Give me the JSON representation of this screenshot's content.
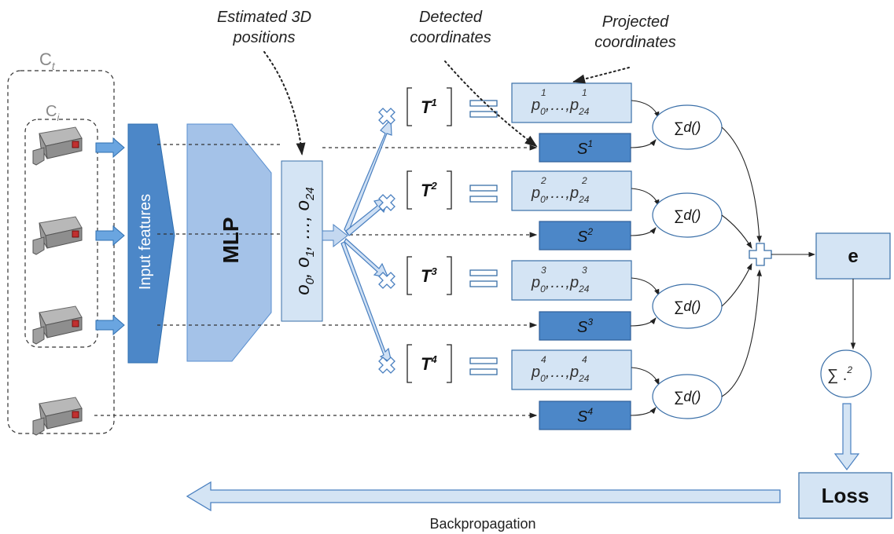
{
  "annotations": {
    "estimated_line1": "Estimated 3D",
    "estimated_line2": "positions",
    "detected_line1": "Detected",
    "detected_line2": "coordinates",
    "projected_line1": "Projected",
    "projected_line2": "coordinates"
  },
  "camera_groups": {
    "total_sym": "C",
    "total_sub": "t",
    "subset_sym": "C",
    "subset_sub": "i"
  },
  "cameras": [
    "camera-1",
    "camera-2",
    "camera-3",
    "camera-4"
  ],
  "input_features_label": "Input features",
  "mlp_label": "MLP",
  "positions": {
    "o": "o",
    "sub0": "0",
    "sub1": "1",
    "sub24": "24",
    "sep": ", ",
    "dots": "…"
  },
  "transforms": [
    {
      "T": "T",
      "sup": "1"
    },
    {
      "T": "T",
      "sup": "2"
    },
    {
      "T": "T",
      "sup": "3"
    },
    {
      "T": "T",
      "sup": "4"
    }
  ],
  "projected": [
    {
      "p": "p",
      "sub_first": "0",
      "sub_last": "24",
      "sup": "1",
      "dots": ",…,"
    },
    {
      "p": "p",
      "sub_first": "0",
      "sub_last": "24",
      "sup": "2",
      "dots": ",…,"
    },
    {
      "p": "p",
      "sub_first": "0",
      "sub_last": "24",
      "sup": "3",
      "dots": ",…,"
    },
    {
      "p": "p",
      "sub_first": "0",
      "sub_last": "24",
      "sup": "4",
      "dots": ",…,"
    }
  ],
  "detected": [
    {
      "S": "S",
      "sup": "1"
    },
    {
      "S": "S",
      "sup": "2"
    },
    {
      "S": "S",
      "sup": "3"
    },
    {
      "S": "S",
      "sup": "4"
    }
  ],
  "distance_sum_label": "∑d()",
  "error_label": "e",
  "square_sum": {
    "sym": "∑",
    "rest": " .",
    "sup": "2"
  },
  "loss_label": "Loss",
  "backprop_label": "Backpropagation",
  "colors": {
    "light_blue": "#d4e4f4",
    "light_blue_border": "#3a6fa8",
    "dark_blue": "#4c87c8",
    "mlp_blue": "#a4c2e8",
    "arrow_blue": "#4a90d9"
  }
}
